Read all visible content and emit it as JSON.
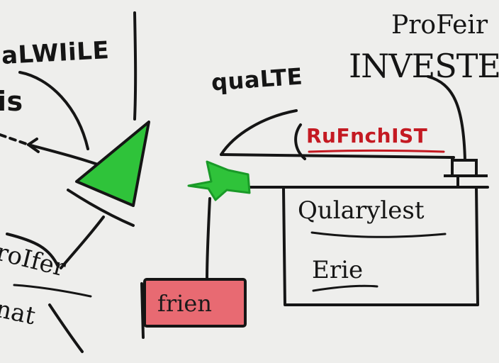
{
  "labels": {
    "top_left": "aLWIiLE",
    "is": "is",
    "quality": "quaLTE",
    "proficient": "ProFeir",
    "investor": "INVESTEG",
    "red_note": "RuFnchIST",
    "quarrylest": "Qularylest",
    "erie": "Erie",
    "frien": "frien",
    "rotfe": "roIfer",
    "nat": "nat"
  },
  "colors": {
    "ink": "#151515",
    "green": "#2fc33a",
    "green_dark": "#1a9a28",
    "red_ink": "#c41a22",
    "red_box": "#e86a72",
    "paper": "#eeeeec"
  }
}
